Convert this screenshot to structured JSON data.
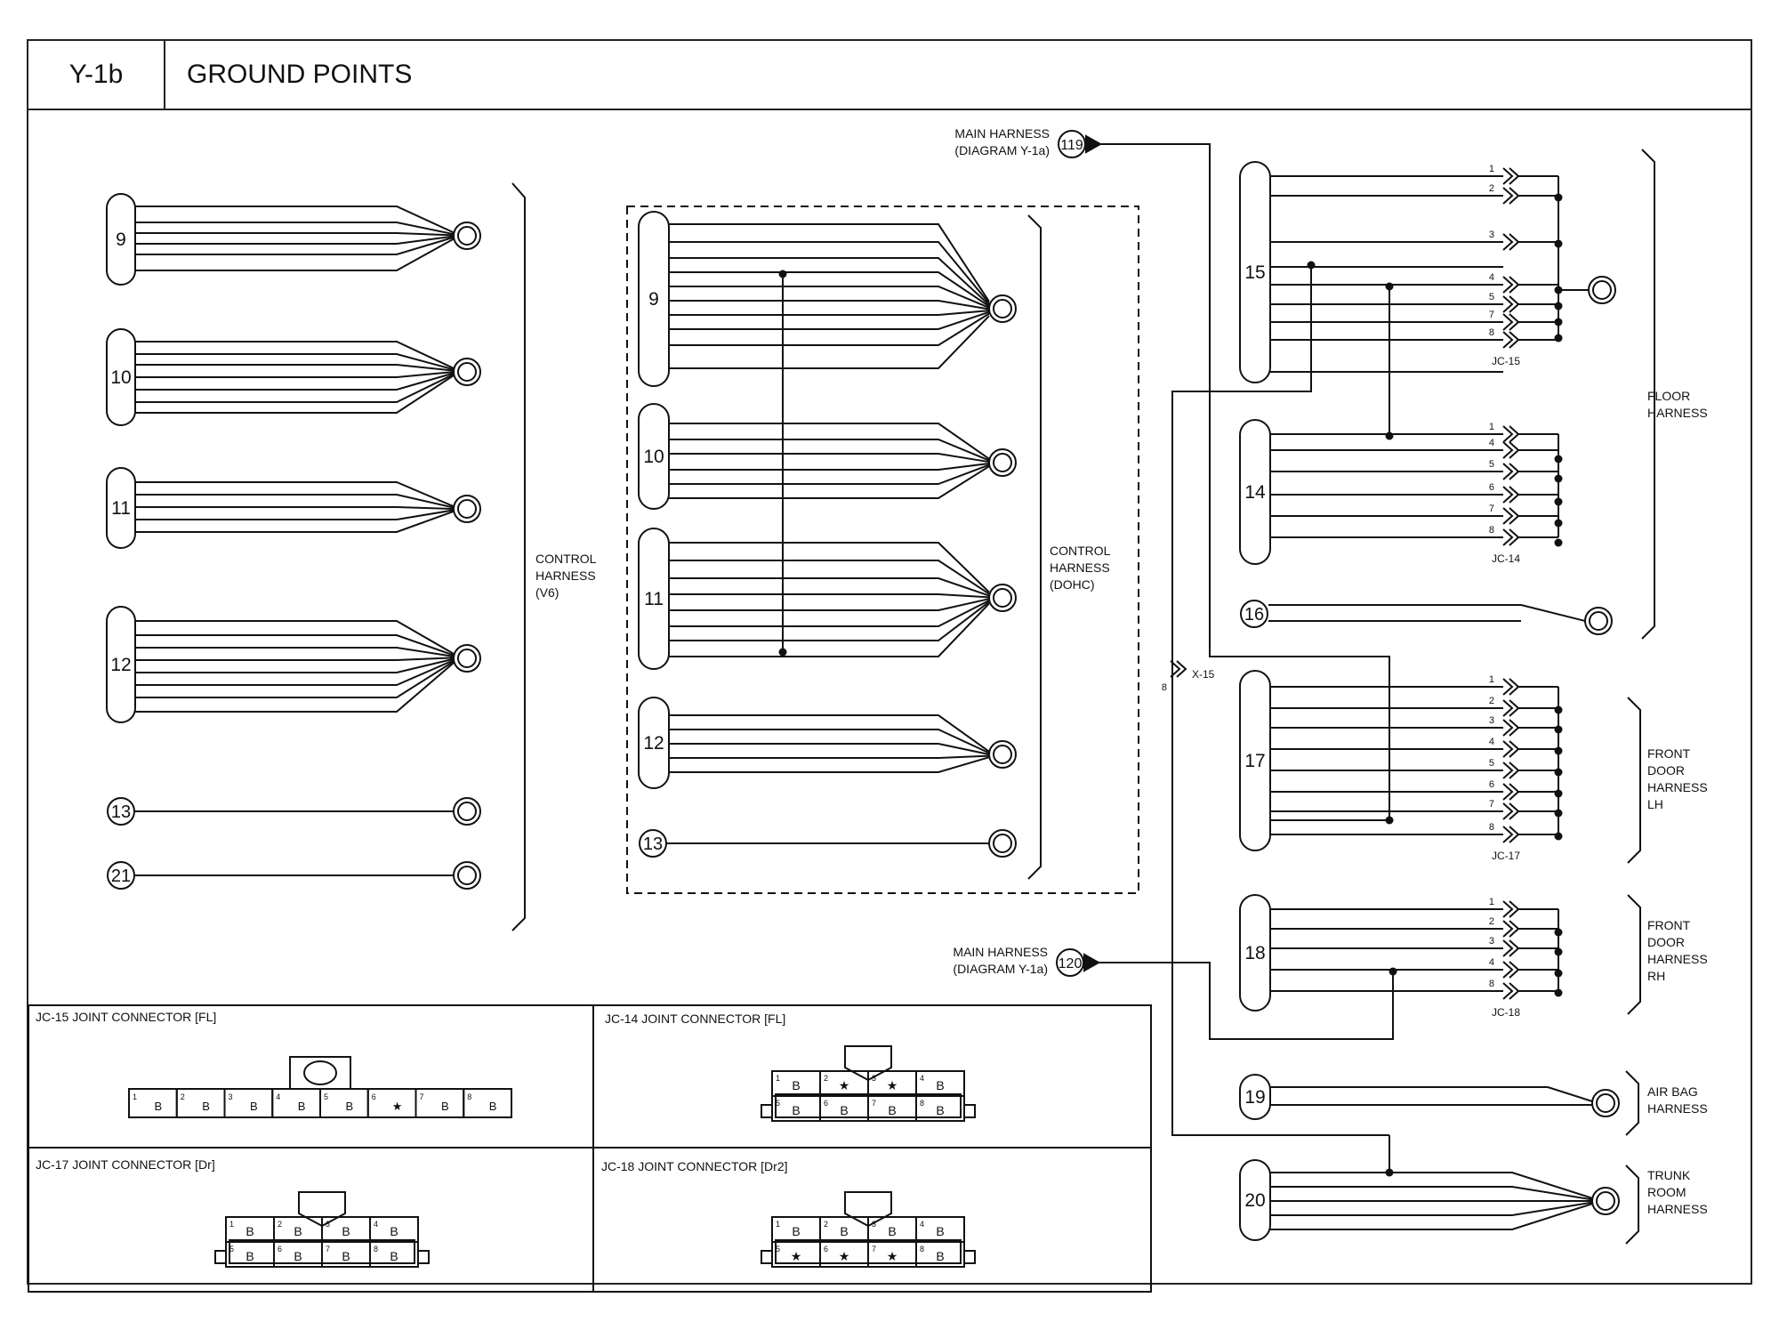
{
  "header": {
    "code": "Y-1b",
    "title": "GROUND POINTS"
  },
  "left_group": {
    "harness_label": [
      "CONTROL",
      "HARNESS",
      "(V6)"
    ],
    "connectors": [
      "9",
      "10",
      "11",
      "12",
      "13",
      "21"
    ]
  },
  "middle_group": {
    "harness_label": [
      "CONTROL",
      "HARNESS",
      "(DOHC)"
    ],
    "connectors": [
      "9",
      "10",
      "11",
      "12",
      "13"
    ]
  },
  "main_harness_top": {
    "label_line1": "MAIN HARNESS",
    "label_line2": "(DIAGRAM Y-1a)",
    "ref": "119"
  },
  "main_harness_bottom": {
    "label_line1": "MAIN HARNESS",
    "label_line2": "(DIAGRAM Y-1a)",
    "ref": "120"
  },
  "right_group": {
    "connectors": [
      "15",
      "14",
      "16",
      "17",
      "18",
      "19",
      "20"
    ],
    "jc15_pins": [
      "1",
      "2",
      "3",
      "4",
      "5",
      "7",
      "8"
    ],
    "jc14_pins": [
      "1",
      "4",
      "5",
      "6",
      "7",
      "8"
    ],
    "jc17_pins": [
      "1",
      "2",
      "3",
      "4",
      "5",
      "6",
      "7",
      "8"
    ],
    "jc18_pins": [
      "1",
      "2",
      "3",
      "4",
      "8"
    ],
    "jc_labels": [
      "JC-15",
      "JC-14",
      "JC-17",
      "JC-18"
    ],
    "x15_label": "X-15",
    "x15_pin": "8",
    "harness_labels": {
      "floor": [
        "FLOOR",
        "HARNESS"
      ],
      "front_door_lh": [
        "FRONT",
        "DOOR",
        "HARNESS",
        "LH"
      ],
      "front_door_rh": [
        "FRONT",
        "DOOR",
        "HARNESS",
        "RH"
      ],
      "air_bag": [
        "AIR BAG",
        "HARNESS"
      ],
      "trunk_room": [
        "TRUNK",
        "ROOM",
        "HARNESS"
      ]
    }
  },
  "connector_views": {
    "jc15": {
      "title": "JC-15 JOINT CONNECTOR [FL]",
      "pins": [
        "1",
        "2",
        "3",
        "4",
        "5",
        "6",
        "7",
        "8"
      ],
      "marks": [
        "B",
        "B",
        "B",
        "B",
        "B",
        "★",
        "B",
        "B"
      ]
    },
    "jc14": {
      "title": "JC-14 JOINT CONNECTOR [FL]",
      "pins": [
        "1",
        "2",
        "3",
        "4",
        "5",
        "6",
        "7",
        "8"
      ],
      "marks": [
        "B",
        "★",
        "★",
        "B",
        "B",
        "B",
        "B",
        "B"
      ]
    },
    "jc17": {
      "title": "JC-17 JOINT CONNECTOR [Dr]",
      "pins": [
        "1",
        "2",
        "3",
        "4",
        "5",
        "6",
        "7",
        "8"
      ],
      "marks": [
        "B",
        "B",
        "B",
        "B",
        "B",
        "B",
        "B",
        "B"
      ]
    },
    "jc18": {
      "title": "JC-18 JOINT CONNECTOR [Dr2]",
      "pins": [
        "1",
        "2",
        "3",
        "4",
        "5",
        "6",
        "7",
        "8"
      ],
      "marks": [
        "B",
        "B",
        "B",
        "B",
        "★",
        "★",
        "★",
        "B"
      ]
    }
  }
}
